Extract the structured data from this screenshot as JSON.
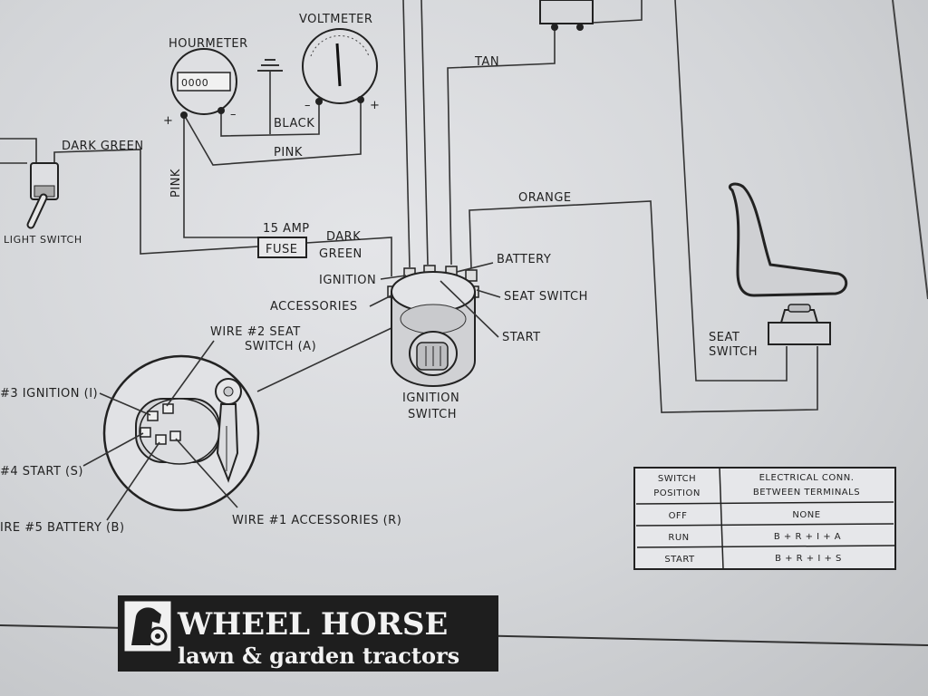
{
  "labels": {
    "hourmeter": "HOURMETER",
    "voltmeter": "VOLTMETER",
    "hourmeter_digits": "0000",
    "plus": "+",
    "minus": "–",
    "black": "BLACK",
    "pink": "PINK",
    "pink_vertical": "PINK",
    "dark_green_top": "DARK GREEN",
    "light_switch": "LIGHT SWITCH",
    "fuse_amp": "15 AMP",
    "fuse": "FUSE",
    "dark_green_fuse_1": "DARK",
    "dark_green_fuse_2": "GREEN",
    "tan": "TAN",
    "orange": "ORANGE",
    "ignition": "IGNITION",
    "accessories": "ACCESSORIES",
    "battery": "BATTERY",
    "seat_switch_terminal": "SEAT SWITCH",
    "start": "START",
    "ignition_switch_1": "IGNITION",
    "ignition_switch_2": "SWITCH",
    "seat_switch_1": "SEAT",
    "seat_switch_2": "SWITCH",
    "wire2_1": "WIRE #2 SEAT",
    "wire2_2": "SWITCH (A)",
    "wire3": "#3 IGNITION (I)",
    "wire4": "#4 START (S)",
    "wire5": "IRE #5 BATTERY (B)",
    "wire1": "WIRE #1 ACCESSORIES (R)"
  },
  "table": {
    "headers": [
      [
        "SWITCH",
        "POSITION"
      ],
      [
        "ELECTRICAL CONN.",
        "BETWEEN TERMINALS"
      ]
    ],
    "rows": [
      {
        "position": "OFF",
        "connection": "NONE"
      },
      {
        "position": "RUN",
        "connection": "B + R + I + A"
      },
      {
        "position": "START",
        "connection": "B + R + I + S"
      }
    ]
  },
  "logo": {
    "line1": "WHEEL HORSE",
    "line2": "lawn & garden tractors"
  },
  "colors": {
    "paper": "#dcdde0",
    "ink": "#222222",
    "logo_bg": "#1e1e1e"
  }
}
